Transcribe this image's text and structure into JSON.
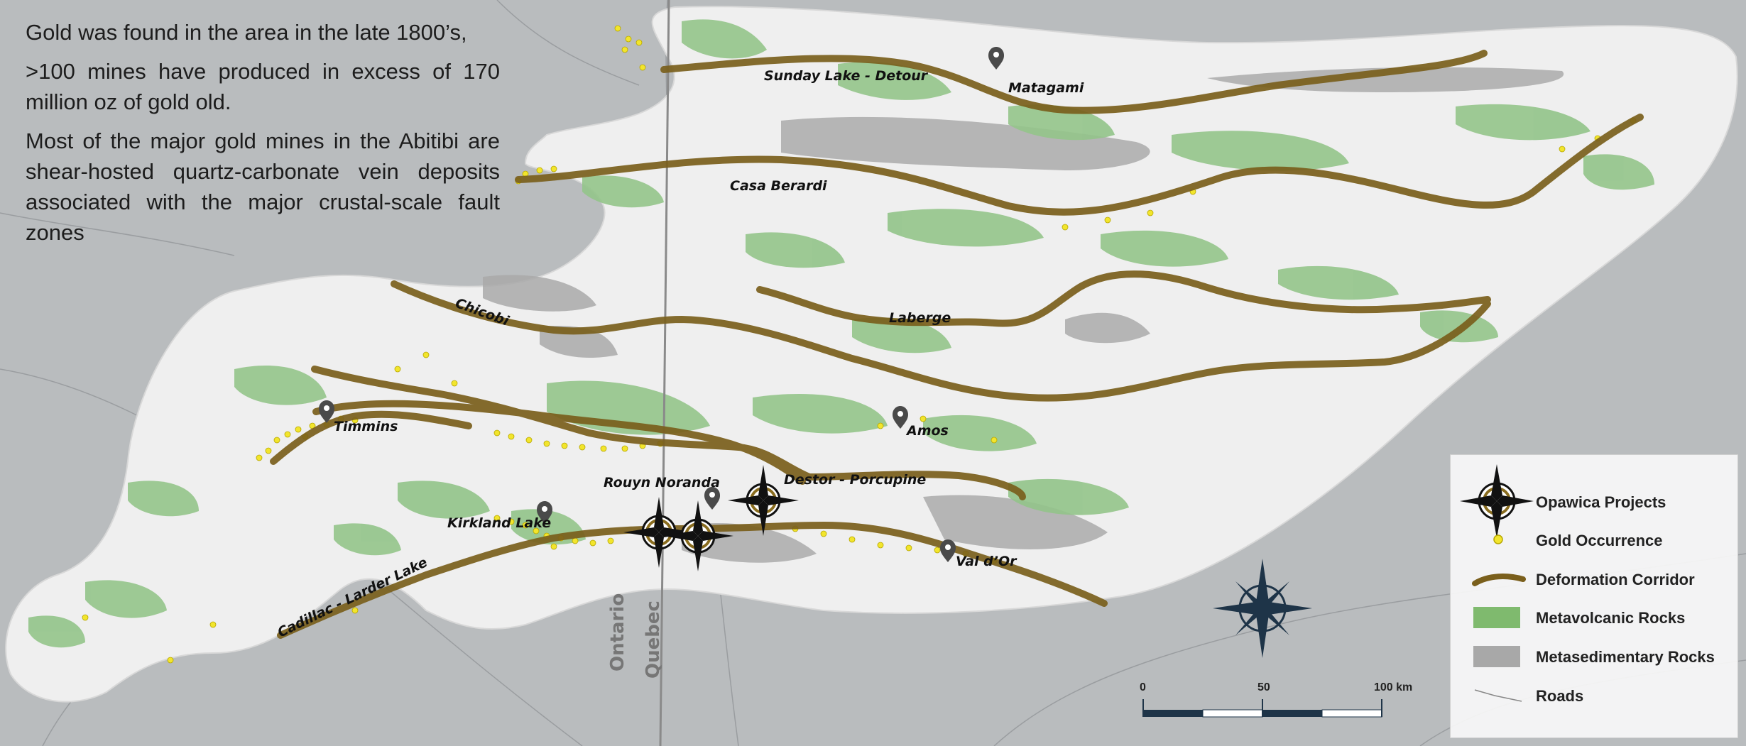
{
  "intro": {
    "p1": "Gold was found in the area in the late 1800’s,",
    "p2": ">100 mines have produced in excess of 170 million oz of gold old.",
    "p3": "Most of the major gold mines in the Abitibi are shear-hosted quartz-carbonate vein deposits associated with the major crustal-scale fault zones"
  },
  "corridors": {
    "sunday_lake": "Sunday Lake - Detour",
    "casa_berardi": "Casa Berardi",
    "chicobi": "Chicobi",
    "laberge": "Laberge",
    "destor": "Destor - Porcupine",
    "cadillac": "Cadillac - Larder Lake"
  },
  "towns": {
    "matagami": "Matagami",
    "timmins": "Timmins",
    "amos": "Amos",
    "rouyn": "Rouyn Noranda",
    "kirkland": "Kirkland Lake",
    "valdor": "Val d’Or"
  },
  "provinces": {
    "ontario": "Ontario",
    "quebec": "Quebec"
  },
  "legend": {
    "projects": "Opawica Projects",
    "gold": "Gold Occurrence",
    "deformation": "Deformation Corridor",
    "metavolcanic": "Metavolcanic Rocks",
    "metasedimentary": "Metasedimentary Rocks",
    "roads": "Roads"
  },
  "scale": {
    "t0": "0",
    "t50": "50",
    "t100": "100 km"
  },
  "colors": {
    "corridor": "#7a5f1c",
    "metavolcanic": "#93c48a",
    "metasedimentary": "#a8a8a8",
    "gold": "#f2e52c",
    "belt": "#eeeeee",
    "background": "#b9bcbe"
  }
}
